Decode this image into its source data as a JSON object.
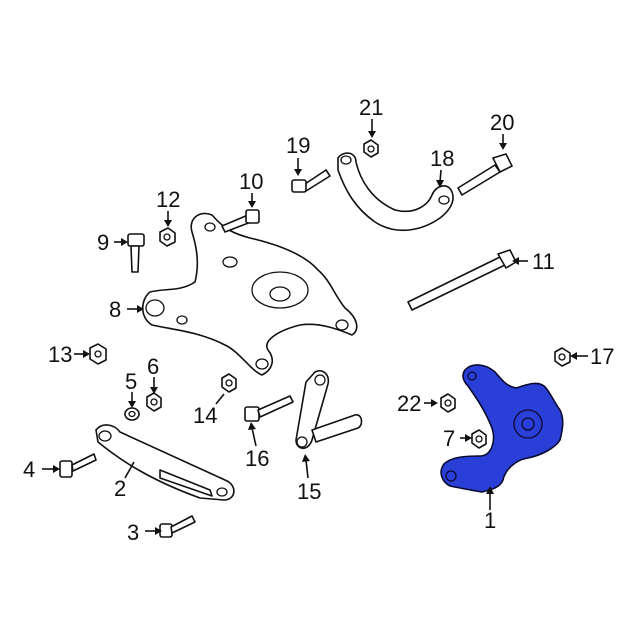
{
  "diagram": {
    "highlight_color": "#2a3fd8",
    "callouts": [
      {
        "id": "1",
        "label": "1"
      },
      {
        "id": "2",
        "label": "2"
      },
      {
        "id": "3",
        "label": "3"
      },
      {
        "id": "4",
        "label": "4"
      },
      {
        "id": "5",
        "label": "5"
      },
      {
        "id": "6",
        "label": "6"
      },
      {
        "id": "7",
        "label": "7"
      },
      {
        "id": "8",
        "label": "8"
      },
      {
        "id": "9",
        "label": "9"
      },
      {
        "id": "10",
        "label": "10"
      },
      {
        "id": "11",
        "label": "11"
      },
      {
        "id": "12",
        "label": "12"
      },
      {
        "id": "13",
        "label": "13"
      },
      {
        "id": "14",
        "label": "14"
      },
      {
        "id": "15",
        "label": "15"
      },
      {
        "id": "16",
        "label": "16"
      },
      {
        "id": "17",
        "label": "17"
      },
      {
        "id": "18",
        "label": "18"
      },
      {
        "id": "19",
        "label": "19"
      },
      {
        "id": "20",
        "label": "20"
      },
      {
        "id": "21",
        "label": "21"
      },
      {
        "id": "22",
        "label": "22"
      }
    ]
  }
}
